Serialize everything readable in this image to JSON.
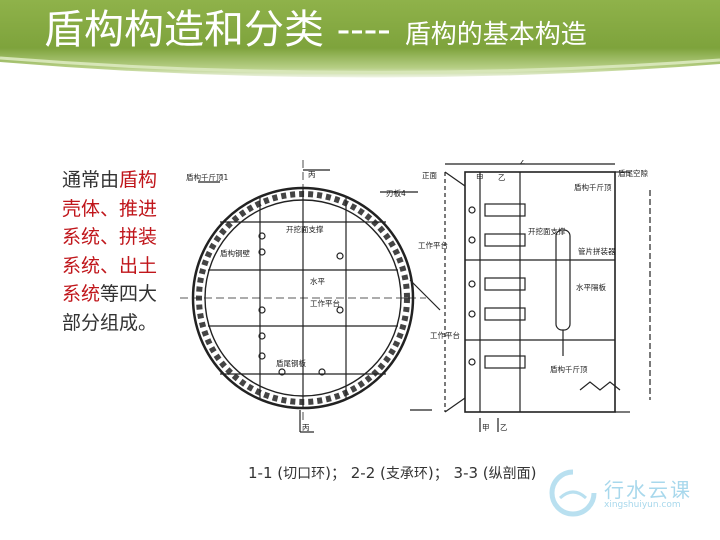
{
  "title": {
    "main": "盾构构造和分类 ----",
    "sub": "盾构的基本构造"
  },
  "body": {
    "prefix": "通常由",
    "highlight": "盾构壳体、推进系统、拼装系统、出土系统",
    "suffix": "等四大部分组成。"
  },
  "diagram": {
    "labels": {
      "l1": "丙",
      "l2": "盾构千斤顶1",
      "l3": "开挖面支撑",
      "l4": "水平",
      "l5": "工作平台",
      "l6": "盾构钢壁",
      "l7": "盾尾钢板",
      "l8": "刃板4",
      "l9": "工作平台",
      "l10": "正面",
      "l11": "甲",
      "l12": "乙",
      "l13": "盾尾空隙",
      "l14": "盾构千斤顶",
      "l15": "开挖面支撑",
      "l16": "管片拼装器",
      "l17": "水平隔板",
      "l18": "盾构千斤顶",
      "l19": "工作平台",
      "l20": "Z",
      "bottom_left": "丙",
      "bottom_mid_a": "甲",
      "bottom_mid_b": "乙"
    }
  },
  "caption": {
    "s1": "1-1 (",
    "s1cn": "切口环",
    "s1end": ")；",
    "s2": "2-2 (",
    "s2cn": "支承环",
    "s2end": ")；",
    "s3": "3-3 (",
    "s3cn": "纵剖面",
    "s3end": ")"
  },
  "watermark": {
    "name": "行水云课",
    "url": "xingshuiyun.com"
  },
  "colors": {
    "header": "#8fb24a",
    "highlight": "#c0161b",
    "text": "#333333"
  }
}
